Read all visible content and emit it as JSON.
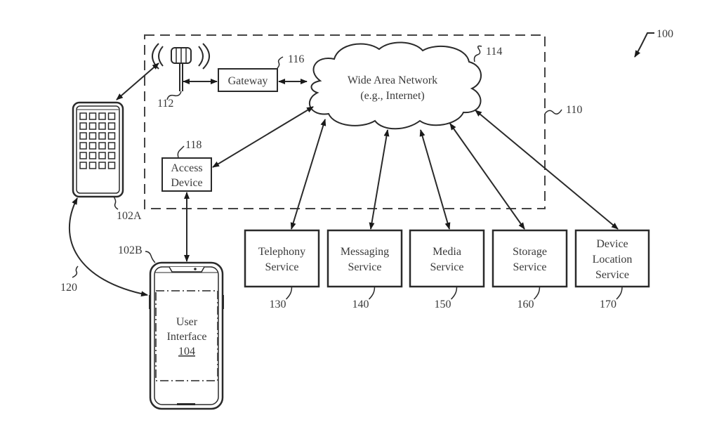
{
  "figure": {
    "ref": "100",
    "network_boundary_ref": "110"
  },
  "tower": {
    "ref": "112"
  },
  "gateway": {
    "label": "Gateway",
    "ref": "116"
  },
  "wan": {
    "line1": "Wide Area Network",
    "line2": "(e.g., Internet)",
    "ref": "114"
  },
  "access_device": {
    "line1": "Access",
    "line2": "Device",
    "ref": "118"
  },
  "device_a": {
    "ref": "102A"
  },
  "device_b": {
    "ref": "102B",
    "ui_line1": "User",
    "ui_line2": "Interface",
    "ui_ref": "104"
  },
  "link_120": {
    "ref": "120"
  },
  "services": [
    {
      "lines": [
        "Telephony",
        "Service"
      ],
      "ref": "130"
    },
    {
      "lines": [
        "Messaging",
        "Service"
      ],
      "ref": "140"
    },
    {
      "lines": [
        "Media",
        "Service"
      ],
      "ref": "150"
    },
    {
      "lines": [
        "Storage",
        "Service"
      ],
      "ref": "160"
    },
    {
      "lines": [
        "Device",
        "Location",
        "Service"
      ],
      "ref": "170"
    }
  ]
}
